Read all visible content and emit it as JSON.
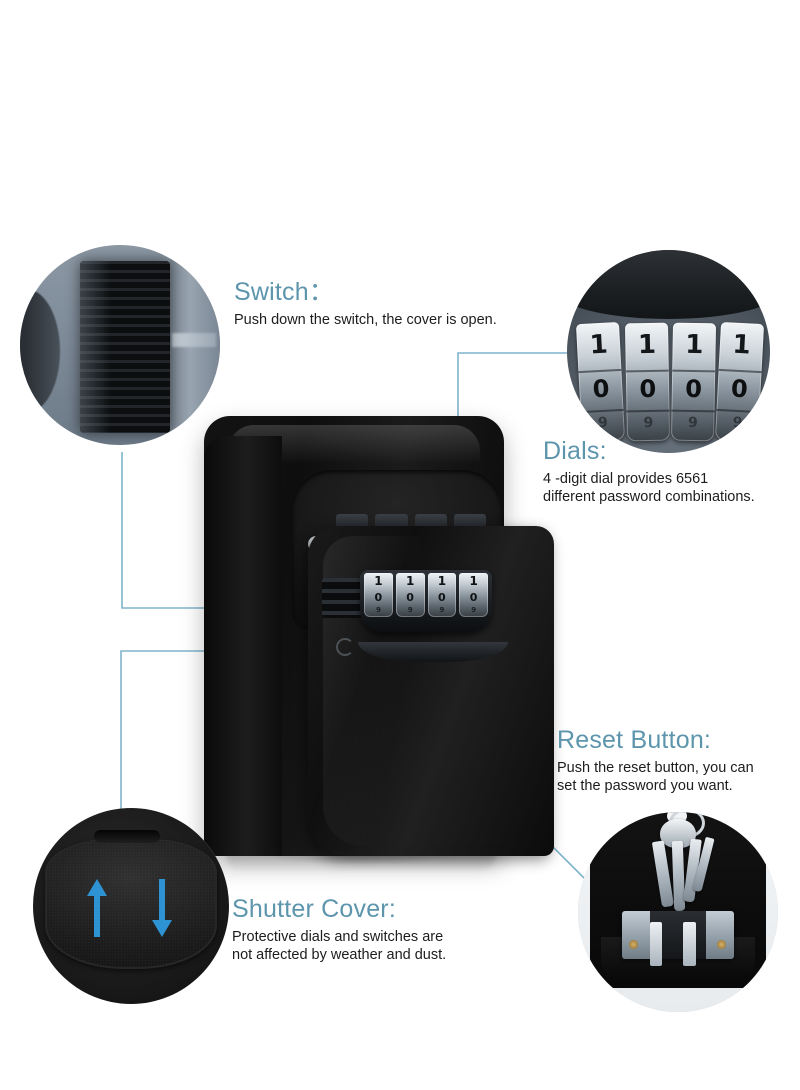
{
  "page": {
    "title": "Key Lock Box Feature Infographic",
    "background_color": "#ffffff",
    "accent_heading_color": "#5d95ad",
    "accent_line_color": "#7fb3cc",
    "accent_dot_color": "#2f9ad6",
    "arrow_color": "#2e93d2",
    "body_text_color": "#1d1d1d"
  },
  "callouts": [
    {
      "id": "switch",
      "title": "Switch：",
      "body": "Push down the switch, the cover is open."
    },
    {
      "id": "dials",
      "title": "Dials:",
      "body": "4 -digit dial provides 6561\ndifferent password combinations."
    },
    {
      "id": "reset",
      "title": "Reset Button:",
      "body": "Push the reset button, you can\nset the password you want."
    },
    {
      "id": "shutter",
      "title": "Shutter Cover:",
      "body": "Protective dials and switches are\nnot affected by weather and dust."
    }
  ],
  "insets": {
    "switch": {
      "caption_ref": "switch",
      "depicts": "close-up of ribbed black sliding switch on grey-blue housing"
    },
    "dials": {
      "caption_ref": "dials",
      "depicts": "close-up of four chrome combination dials",
      "dial_count": 4,
      "visible_digits_top": [
        "1",
        "1",
        "1",
        "1"
      ],
      "visible_digits_middle": [
        "0",
        "0",
        "0",
        "0"
      ],
      "visible_digits_bottom": [
        "9",
        "9",
        "9",
        "9"
      ]
    },
    "shutter": {
      "caption_ref": "shutter",
      "depicts": "black textured shutter cover with up and down arrows",
      "arrow_up": "↑",
      "arrow_down": "↓"
    },
    "reset": {
      "caption_ref": "reset",
      "depicts": "open lock box interior with key ring and reset mechanism"
    }
  },
  "product": {
    "name": "wall-mounted key lock box",
    "color": "#101010",
    "dial_count": 4,
    "dial_digits_top": [
      "1",
      "1",
      "1",
      "1"
    ],
    "dial_digits_middle": [
      "0",
      "0",
      "0",
      "0"
    ],
    "dial_digits_bottom": [
      "9",
      "9",
      "9",
      "9"
    ]
  },
  "connectors": [
    {
      "id": "switch-line",
      "from": "inset-switch",
      "to": "product-switch"
    },
    {
      "id": "dials-line",
      "from": "inset-dials",
      "to": "product-dials"
    },
    {
      "id": "shutter-line",
      "from": "inset-shutter",
      "to": "product-shutter"
    },
    {
      "id": "reset-line",
      "from": "inset-reset",
      "to": "product-reset"
    }
  ]
}
